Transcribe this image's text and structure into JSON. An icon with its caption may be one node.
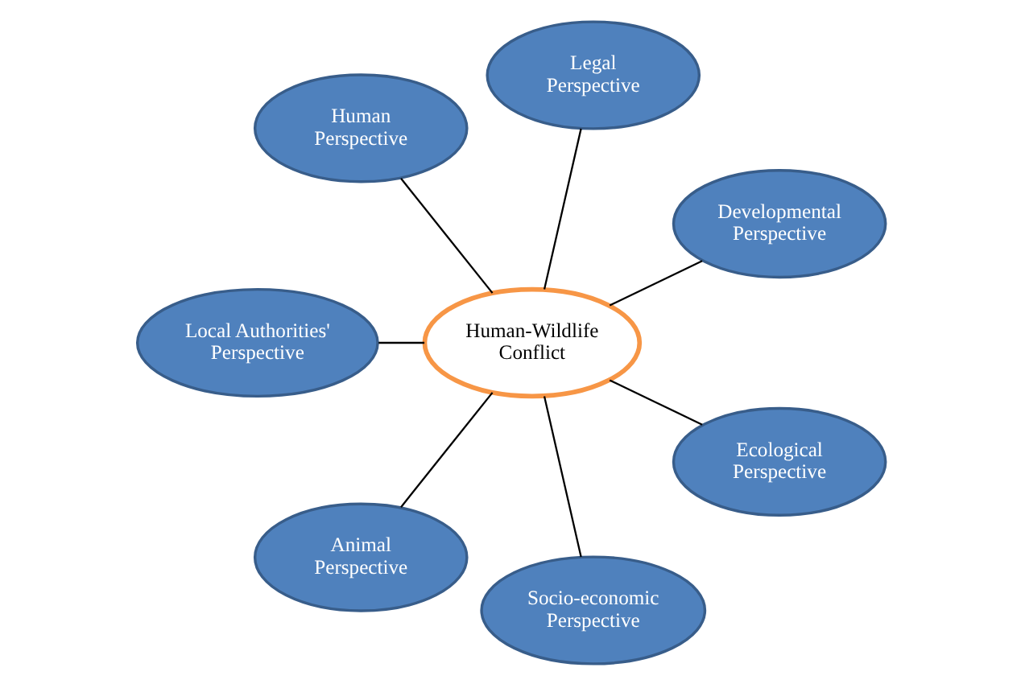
{
  "diagram": {
    "nodes": [
      {
        "text": [
          "Human-Wildlife Conflict"
        ]
      },
      {
        "text": [
          "Developmental Perspective"
        ]
      },
      {
        "text": [
          "Legal Perspective"
        ]
      },
      {
        "text": [
          "Human Perspective"
        ]
      },
      {
        "text": [
          "Local Authorities' Perspective"
        ]
      },
      {
        "text": [
          "Animal Perspective"
        ]
      },
      {
        "text": [
          "Socio-economic Perspective"
        ]
      },
      {
        "text": [
          "Ecological Perspective"
        ]
      }
    ],
    "edges": [
      {
        "from": 0,
        "to": 1,
        "arrow": "none"
      },
      {
        "from": 0,
        "to": 2,
        "arrow": "none"
      },
      {
        "from": 0,
        "to": 3,
        "arrow": "none"
      },
      {
        "from": 0,
        "to": 4,
        "arrow": "none"
      },
      {
        "from": 0,
        "to": 5,
        "arrow": "none"
      },
      {
        "from": 0,
        "to": 6,
        "arrow": "none"
      },
      {
        "from": 0,
        "to": 7,
        "arrow": "none"
      }
    ]
  }
}
